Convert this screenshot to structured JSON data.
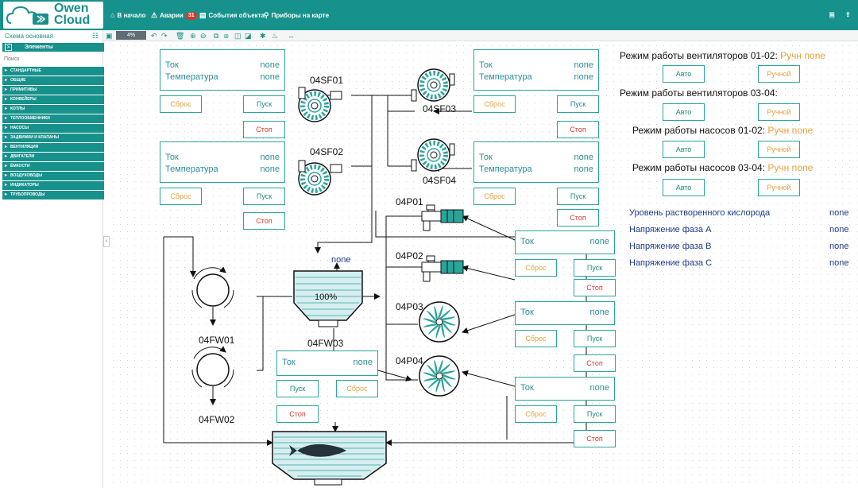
{
  "app": {
    "logo_line1": "Owen",
    "logo_line2": "Cloud"
  },
  "nav": [
    {
      "label": "В начало",
      "icon": "home-icon"
    },
    {
      "label": "Аварии",
      "icon": "alert-icon",
      "badge": "31"
    },
    {
      "label": "События объекта",
      "icon": "events-icon"
    },
    {
      "label": "Приборы на карте",
      "icon": "map-pin-icon"
    }
  ],
  "toolbar": {
    "zoom": "4%"
  },
  "sidebar": {
    "scheme": "Схема основная",
    "elements_title": "Элементы",
    "search_placeholder": "Поиск",
    "items": [
      "СТАНДАРТНЫЕ",
      "ОБЩИЕ",
      "ПРИМИТИВЫ",
      "КОНВЕЙЕРЫ",
      "КОТЛЫ",
      "ТЕПЛООБМЕННИКИ",
      "НАСОСЫ",
      "ЗАДВИЖКИ И КЛАПАНЫ",
      "ВЕНТИЛЯЦИЯ",
      "ДВИГАТЕЛИ",
      "ЁМКОСТИ",
      "ВОЗДУХОВОДЫ",
      "ИНДИКАТОРЫ",
      "ТРУБОПРОВОДЫ"
    ]
  },
  "common": {
    "tok": "Ток",
    "temp": "Температура",
    "none": "none",
    "reset": "Сброс",
    "start": "Пуск",
    "stop": "Стоп",
    "auto": "Авто",
    "manual": "Ручной"
  },
  "scheme": {
    "fans": [
      "04SF01",
      "04SF02",
      "04SF03",
      "04SF04"
    ],
    "pumps": [
      "04P01",
      "04P02",
      "04P03",
      "04P04"
    ],
    "filters": [
      "04FW01",
      "04FW02"
    ],
    "tank": {
      "name": "04FW03",
      "level": "100%",
      "value": "none"
    }
  },
  "modes": [
    {
      "label": "Режим работы вентиляторов 01-02:",
      "value": "Ручн none"
    },
    {
      "label": "Режим работы вентиляторов 03-04:",
      "value": ""
    },
    {
      "label": "Режим работы насосов 01-02:",
      "value": "Ручн none"
    },
    {
      "label": "Режим работы насосов 03-04:",
      "value": "Ручн none"
    }
  ],
  "params": [
    {
      "label": "Уровень растворенного кислорода",
      "value": "none"
    },
    {
      "label": "Напряжение фаза А",
      "value": "none"
    },
    {
      "label": "Напряжение фаза В",
      "value": "none"
    },
    {
      "label": "Напряжение фаза С",
      "value": "none"
    }
  ],
  "colors": {
    "accent": "#16918b",
    "stop": "#d9372b",
    "manual": "#e8a13a",
    "param": "#1e3a8a"
  }
}
